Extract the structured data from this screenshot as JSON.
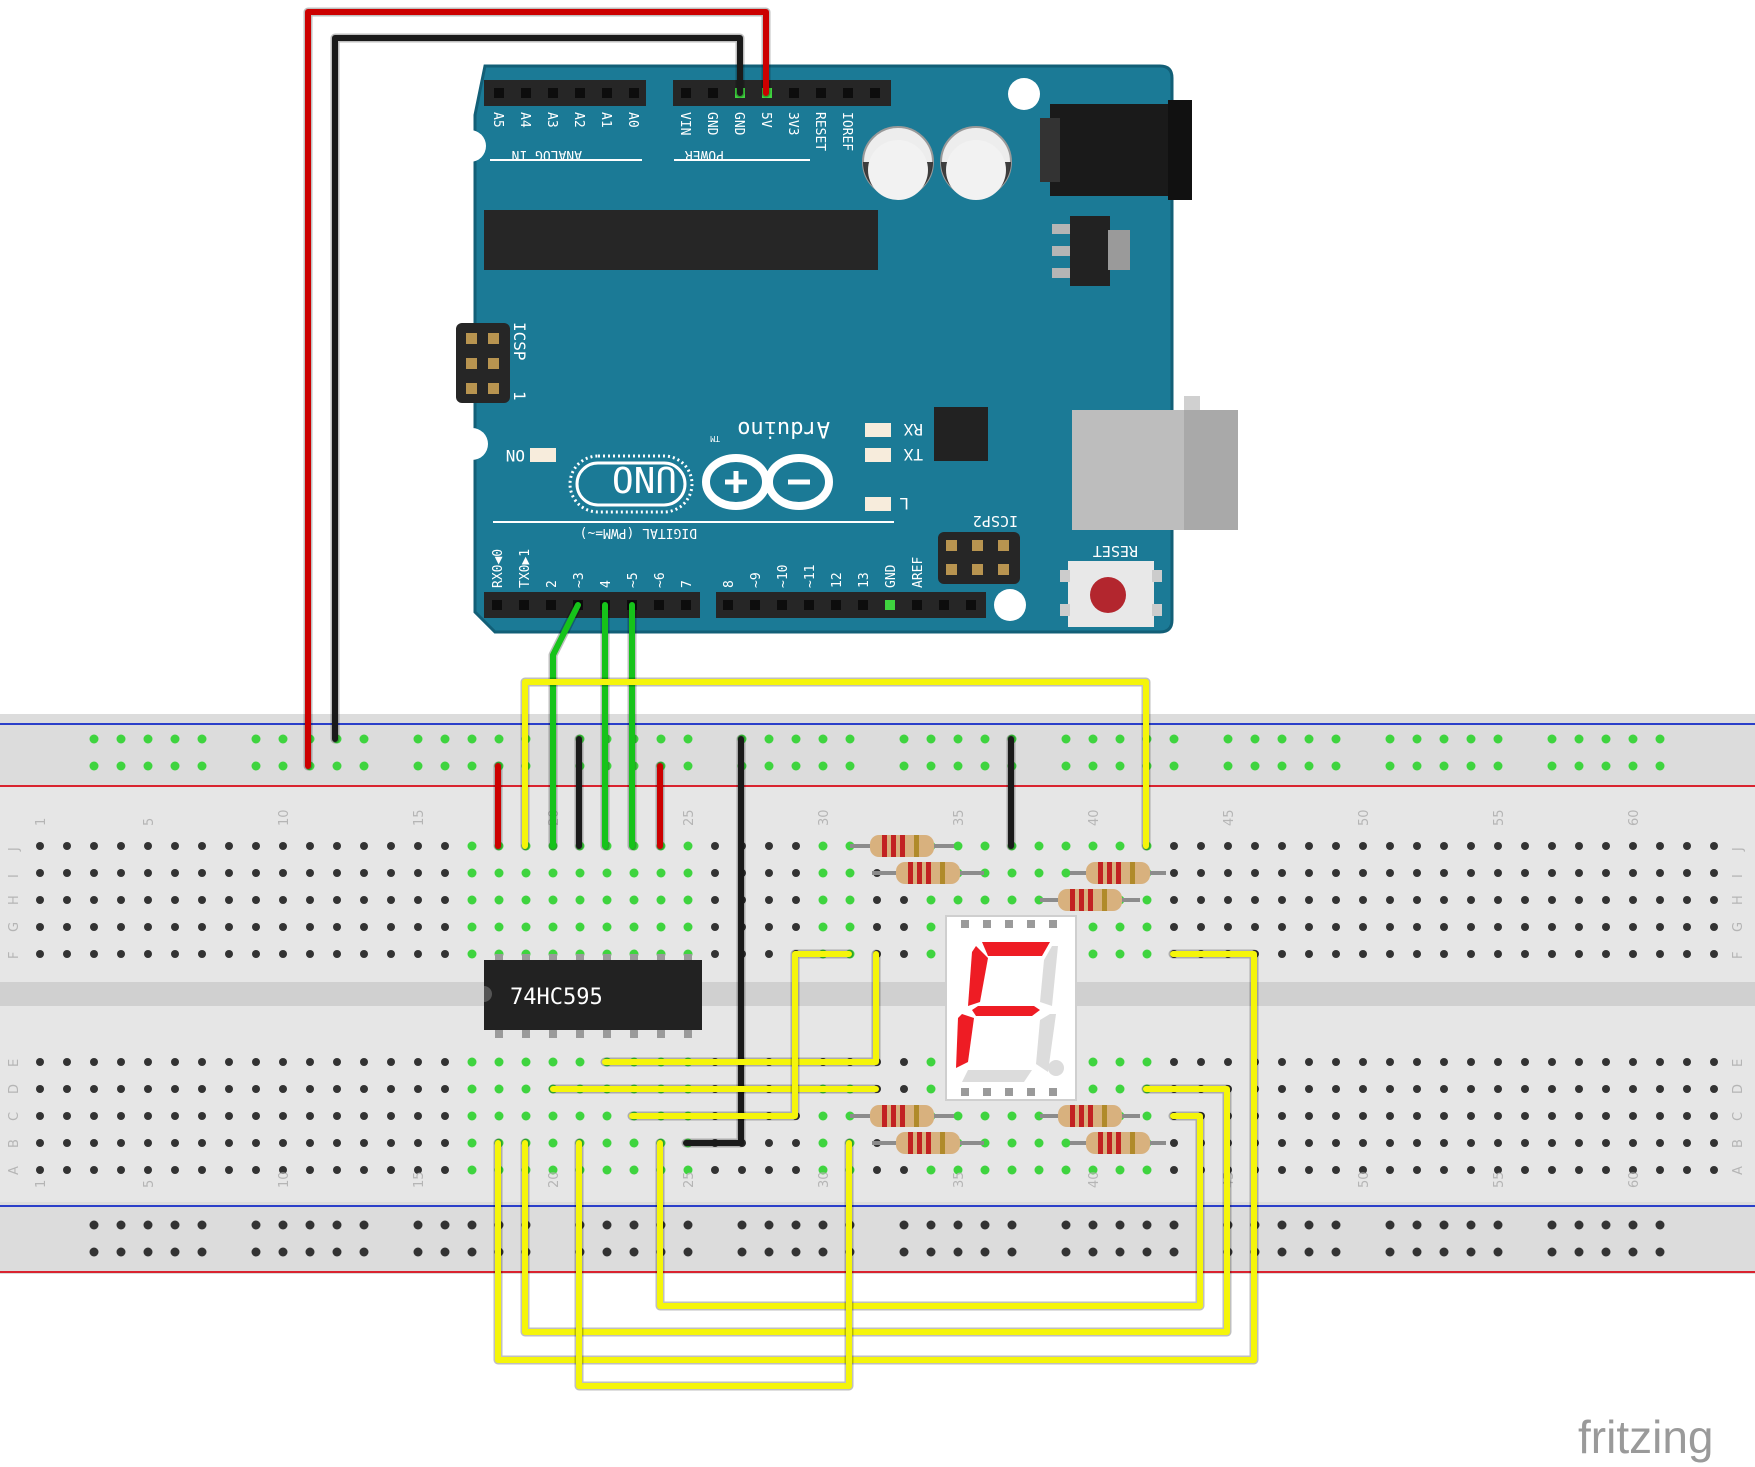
{
  "watermark": "fritzing",
  "arduino": {
    "brand": "Arduino",
    "tm": "TM",
    "model": "UNO",
    "on_label": "ON",
    "rx_label": "RX",
    "tx_label": "TX",
    "l_label": "L",
    "icsp_label": "ICSP",
    "icsp_one": "1",
    "icsp2_label": "ICSP2",
    "reset_label": "RESET",
    "analog_header_label": "ANALOG IN",
    "power_header_label": "POWER",
    "digital_header_label": "DIGITAL (PWM=~)",
    "analog_pins": [
      "A5",
      "A4",
      "A3",
      "A2",
      "A1",
      "A0"
    ],
    "power_pins": [
      "VIN",
      "GND",
      "GND",
      "5V",
      "3V3",
      "RESET",
      "IOREF"
    ],
    "digital_low_pins": [
      "RX0◀0",
      "TX0▶1",
      "2",
      "~3",
      "4",
      "~5",
      "~6",
      "7"
    ],
    "digital_high_pins": [
      "8",
      "~9",
      "~10",
      "~11",
      "12",
      "13",
      "GND",
      "AREF"
    ],
    "colors": {
      "board": "#1b7a96",
      "board_dark": "#125f77",
      "header": "#262626"
    }
  },
  "breadboard": {
    "column_numbers_top": [
      "1",
      "5",
      "10",
      "15",
      "20",
      "25",
      "30",
      "35",
      "40",
      "45",
      "50",
      "55",
      "60"
    ],
    "column_numbers_bottom": [
      "1",
      "5",
      "10",
      "15",
      "20",
      "25",
      "30",
      "35",
      "40",
      "45",
      "50",
      "55",
      "60"
    ],
    "row_letters_top": [
      "J",
      "I",
      "H",
      "G",
      "F"
    ],
    "row_letters_bottom": [
      "E",
      "D",
      "C",
      "B",
      "A"
    ],
    "colors": {
      "body": "#e6e6e6",
      "rail_red": "#d9232f",
      "rail_blue": "#2b3fc9",
      "hole": "#333333",
      "active_hole": "#3fd43f"
    }
  },
  "ic": {
    "label": "74HC595",
    "color": "#222222"
  },
  "display": {
    "segment_color": "#ee1c24",
    "off_color": "#dcdcdc"
  },
  "wire_colors": {
    "red": "#cc0000",
    "black": "#1a1a1a",
    "green": "#16c31a",
    "yellow": "#f5f50a"
  }
}
